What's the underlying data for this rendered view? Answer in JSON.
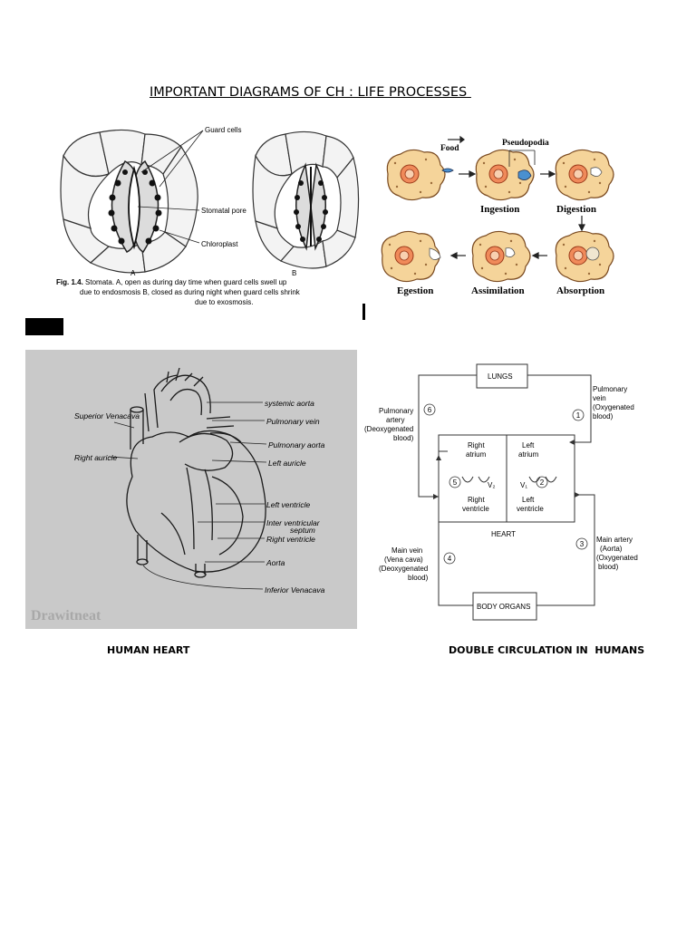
{
  "page": {
    "title": "IMPORTANT DIAGRAMS OF CH : LIFE PROCESSES "
  },
  "stomata": {
    "labels": {
      "guard_cells": "Guard cells",
      "stomatal_pore": "Stomatal pore",
      "chloroplast": "Chloroplast",
      "a": "A",
      "b": "B"
    },
    "caption_prefix": "Fig. 1.4.",
    "caption_line1": " Stomata. A, open as during day time when guard cells swell up",
    "caption_line2": "due to endosmosis B, closed as during night when guard cells shrink",
    "caption_line3": "due to exosmosis."
  },
  "amoeba": {
    "labels": {
      "food": "Food",
      "pseudopodia": "Pseudopodia",
      "ingestion": "Ingestion",
      "digestion": "Digestion",
      "egestion": "Egestion",
      "assimilation": "Assimilation",
      "absorption": "Absorption"
    }
  },
  "heart": {
    "labels": {
      "systemic_aorta": "systemic aorta",
      "pulmonary_vein": "Pulmonary vein",
      "superior_venacava": "Superior Venacava",
      "pulmonary_aorta": "Pulmonary aorta",
      "right_auricle": "Right auricle",
      "left_auricle": "Left auricle",
      "left_ventricle": "Left ventricle",
      "inter_ventricular_septum_1": "Inter ventricular",
      "inter_ventricular_septum_2": "septum",
      "right_ventricle": "Right ventricle",
      "aorta": "Aorta",
      "inferior_venacava": "Inferior Venacava",
      "watermark": "Drawitneat"
    },
    "caption": "HUMAN HEART"
  },
  "circulation": {
    "labels": {
      "lungs": "LUNGS",
      "pulmonary_vein": "Pulmonary",
      "pulmonary_vein_2": "vein",
      "pulmonary_vein_3": "(Oxygenated",
      "pulmonary_vein_4": "blood)",
      "pulmonary_artery": "Pulmonary",
      "pulmonary_artery_2": "artery",
      "pulmonary_artery_3": "(Deoxygenated",
      "pulmonary_artery_4": "blood)",
      "right_atrium": "Right",
      "right_atrium_2": "atrium",
      "left_atrium": "Left",
      "left_atrium_2": "atrium",
      "right_ventricle": "Right",
      "right_ventricle_2": "ventricle",
      "left_ventricle": "Left",
      "left_ventricle_2": "ventricle",
      "v2": "V₂",
      "v1": "V₁",
      "heart": "HEART",
      "main_artery": "Main artery",
      "main_artery_2": "(Aorta)",
      "main_artery_3": "(Oxygenated",
      "main_artery_4": "blood)",
      "main_vein": "Main vein",
      "main_vein_2": "(Vena cava)",
      "main_vein_3": "(Deoxygenated",
      "main_vein_4": "blood)",
      "body_organs": "BODY ORGANS",
      "n1": "1",
      "n2": "2",
      "n3": "3",
      "n4": "4",
      "n5": "5",
      "n6": "6"
    },
    "caption": "DOUBLE CIRCULATION IN  HUMANS"
  }
}
